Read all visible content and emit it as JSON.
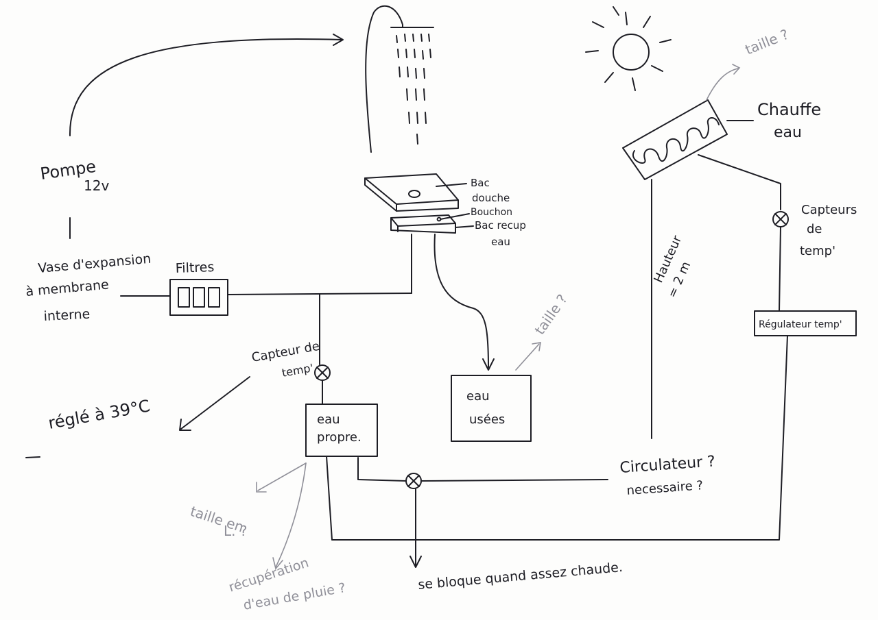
{
  "labels": {
    "pompe": "Pompe",
    "pompe_volt": "12v",
    "vase_line1": "Vase d'expansion",
    "vase_line2": "à membrane",
    "vase_line3": "interne",
    "filtres": "Filtres",
    "bac_douche_1": "Bac",
    "bac_douche_2": "douche",
    "bouchon": "Bouchon",
    "bac_recup_1": "Bac recup",
    "bac_recup_2": "eau",
    "taille_top": "taille ?",
    "chauffe_1": "Chauffe",
    "chauffe_2": "eau",
    "capteurs_1": "Capteurs",
    "capteurs_2": "de",
    "capteurs_3": "temp'",
    "hauteur_1": "Hauteur",
    "hauteur_2": "= 2 m",
    "regulateur": "Régulateur temp'",
    "capteur_left_1": "Capteur de",
    "capteur_left_2": "temp'",
    "regle": "réglé à 39°C",
    "eau_propre_1": "eau",
    "eau_propre_2": "propre.",
    "taille_mid": "taille ?",
    "eau_usees_1": "eau",
    "eau_usees_2": "usées",
    "circulateur_1": "Circulateur ?",
    "circulateur_2": "necessaire ?",
    "taille_en_1": "taille en",
    "taille_en_2": "L. ?",
    "recup_1": "récupération",
    "recup_2": "d'eau de pluie ?",
    "se_bloque": "se bloque quand assez chaude."
  },
  "colors": {
    "ink": "#1d1d24",
    "pencil": "#8f8f98",
    "paper": "#fdfdfc"
  }
}
